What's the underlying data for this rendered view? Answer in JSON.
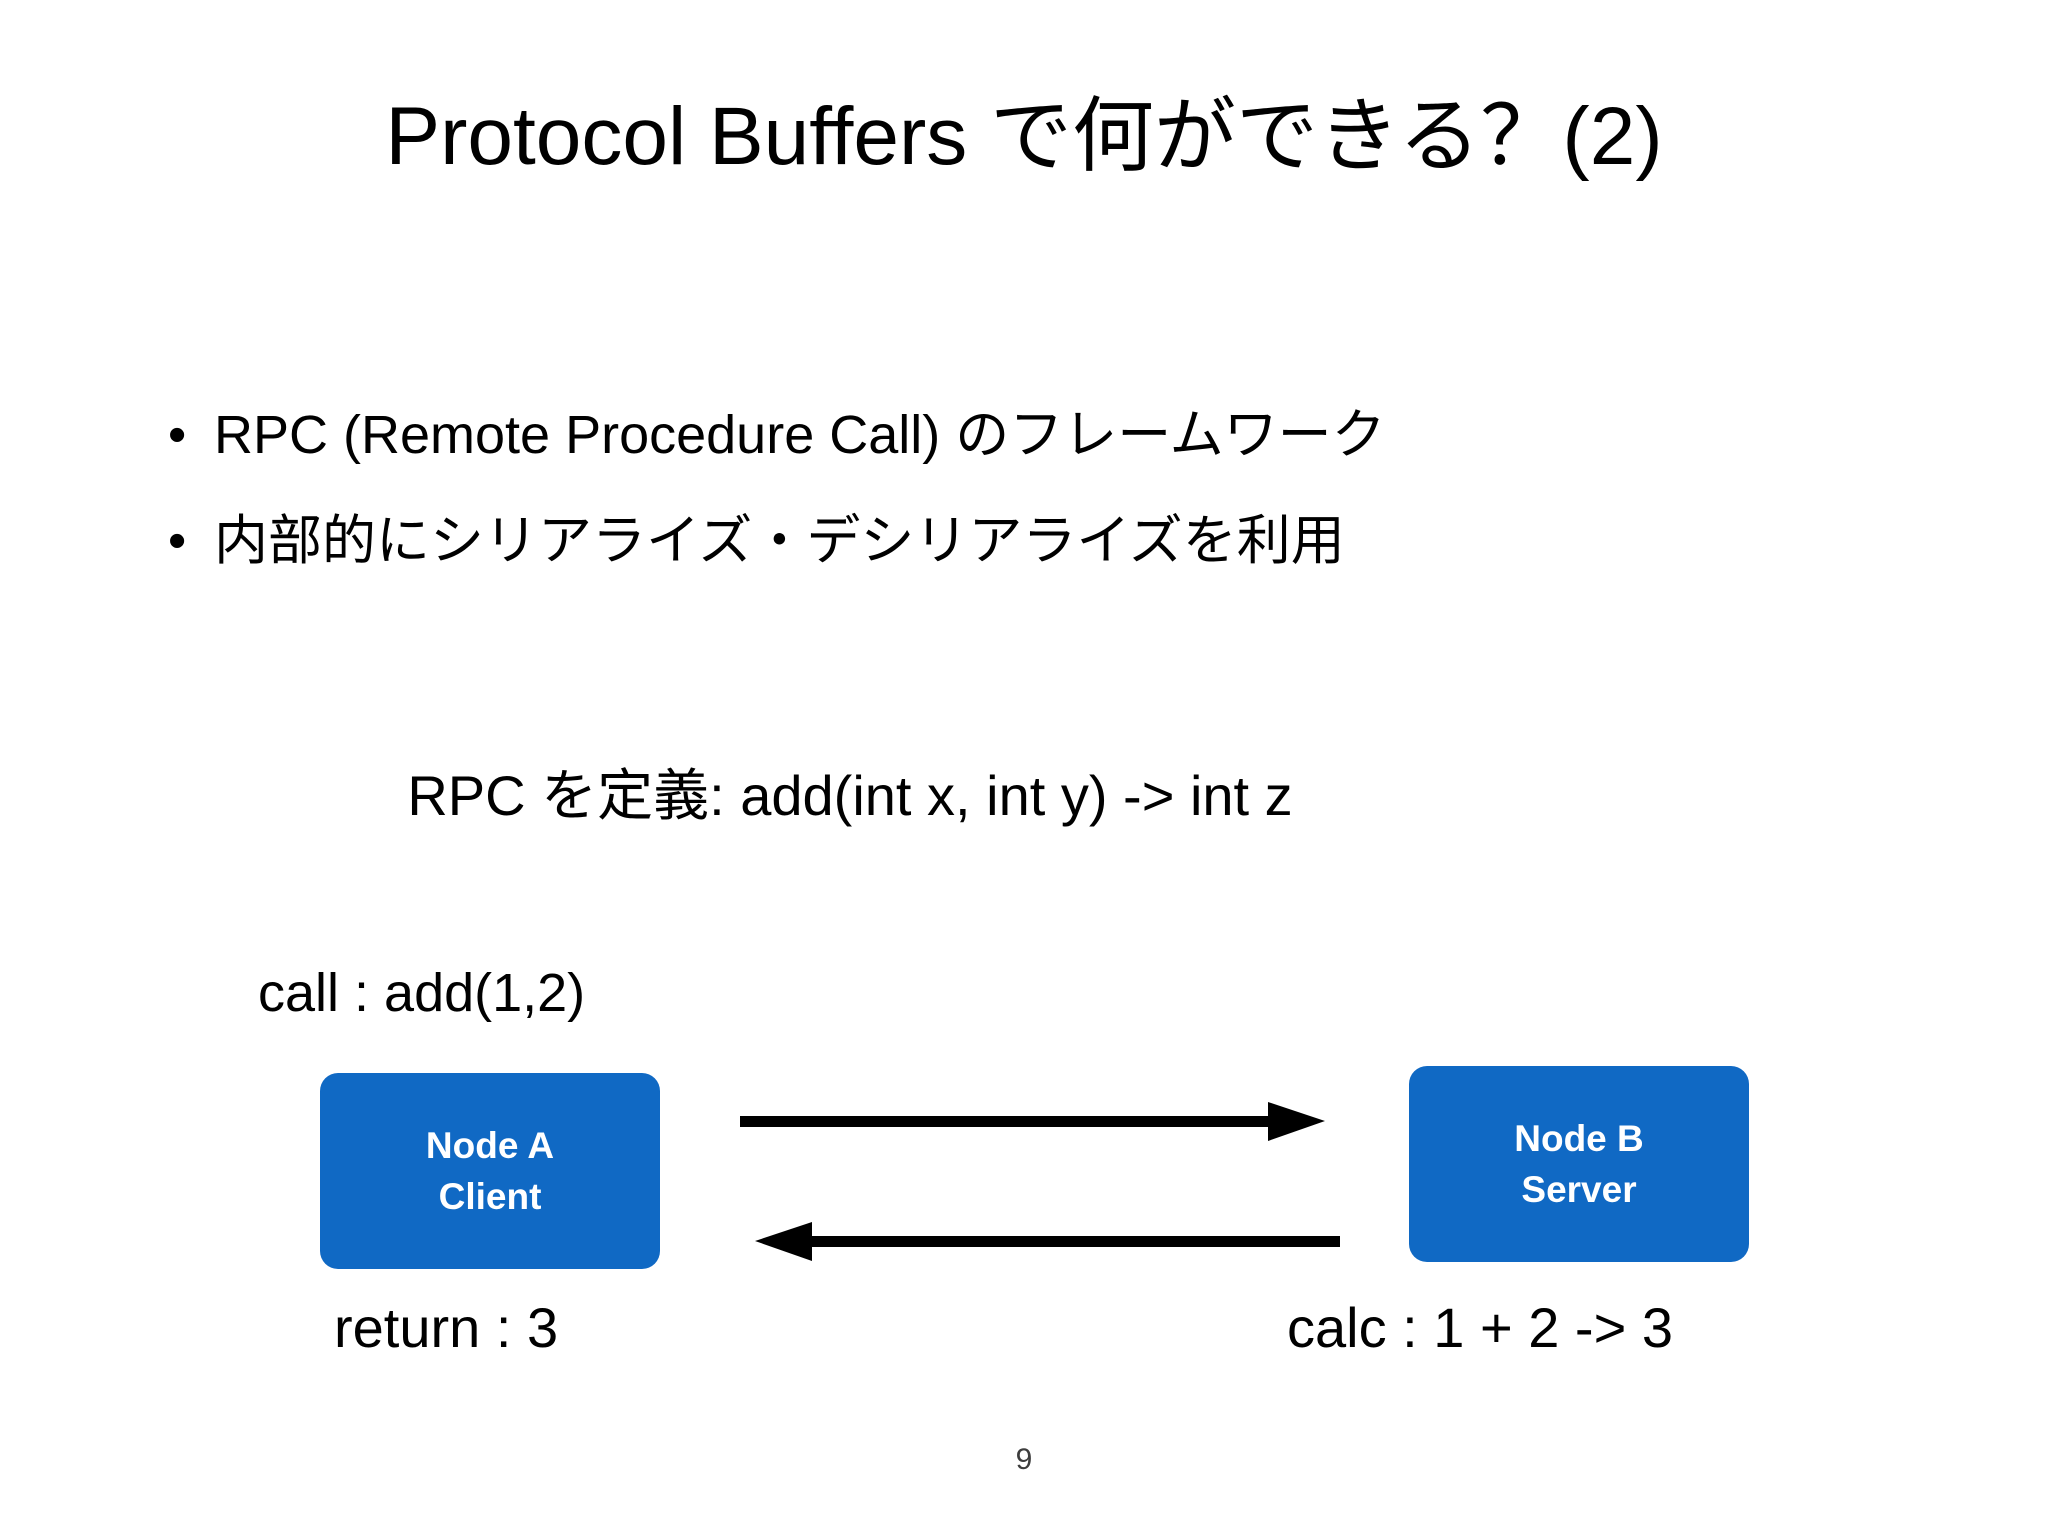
{
  "slide": {
    "title": "Protocol Buffers で何ができる？(2)",
    "page_number": "9",
    "background_color": "#ffffff",
    "text_color": "#000000"
  },
  "bullets": [
    {
      "marker": "•",
      "text": "RPC (Remote Procedure Call) のフレームワーク"
    },
    {
      "marker": "•",
      "text": "内部的にシリアライズ・デシリアライズを利用"
    }
  ],
  "rpc_definition": "RPC を定義: add(int x, int y) -> int z",
  "diagram": {
    "call_label": "call : add(1,2)",
    "return_label": "return : 3",
    "calc_label": "calc : 1 + 2 -> 3",
    "node_color": "#1069c4",
    "arrow_color": "#000000",
    "nodes": [
      {
        "line1": "Node A",
        "line2": "Client"
      },
      {
        "line1": "Node B",
        "line2": "Server"
      }
    ],
    "arrows": [
      {
        "name": "request-arrow",
        "direction": "right"
      },
      {
        "name": "response-arrow",
        "direction": "left"
      }
    ]
  }
}
